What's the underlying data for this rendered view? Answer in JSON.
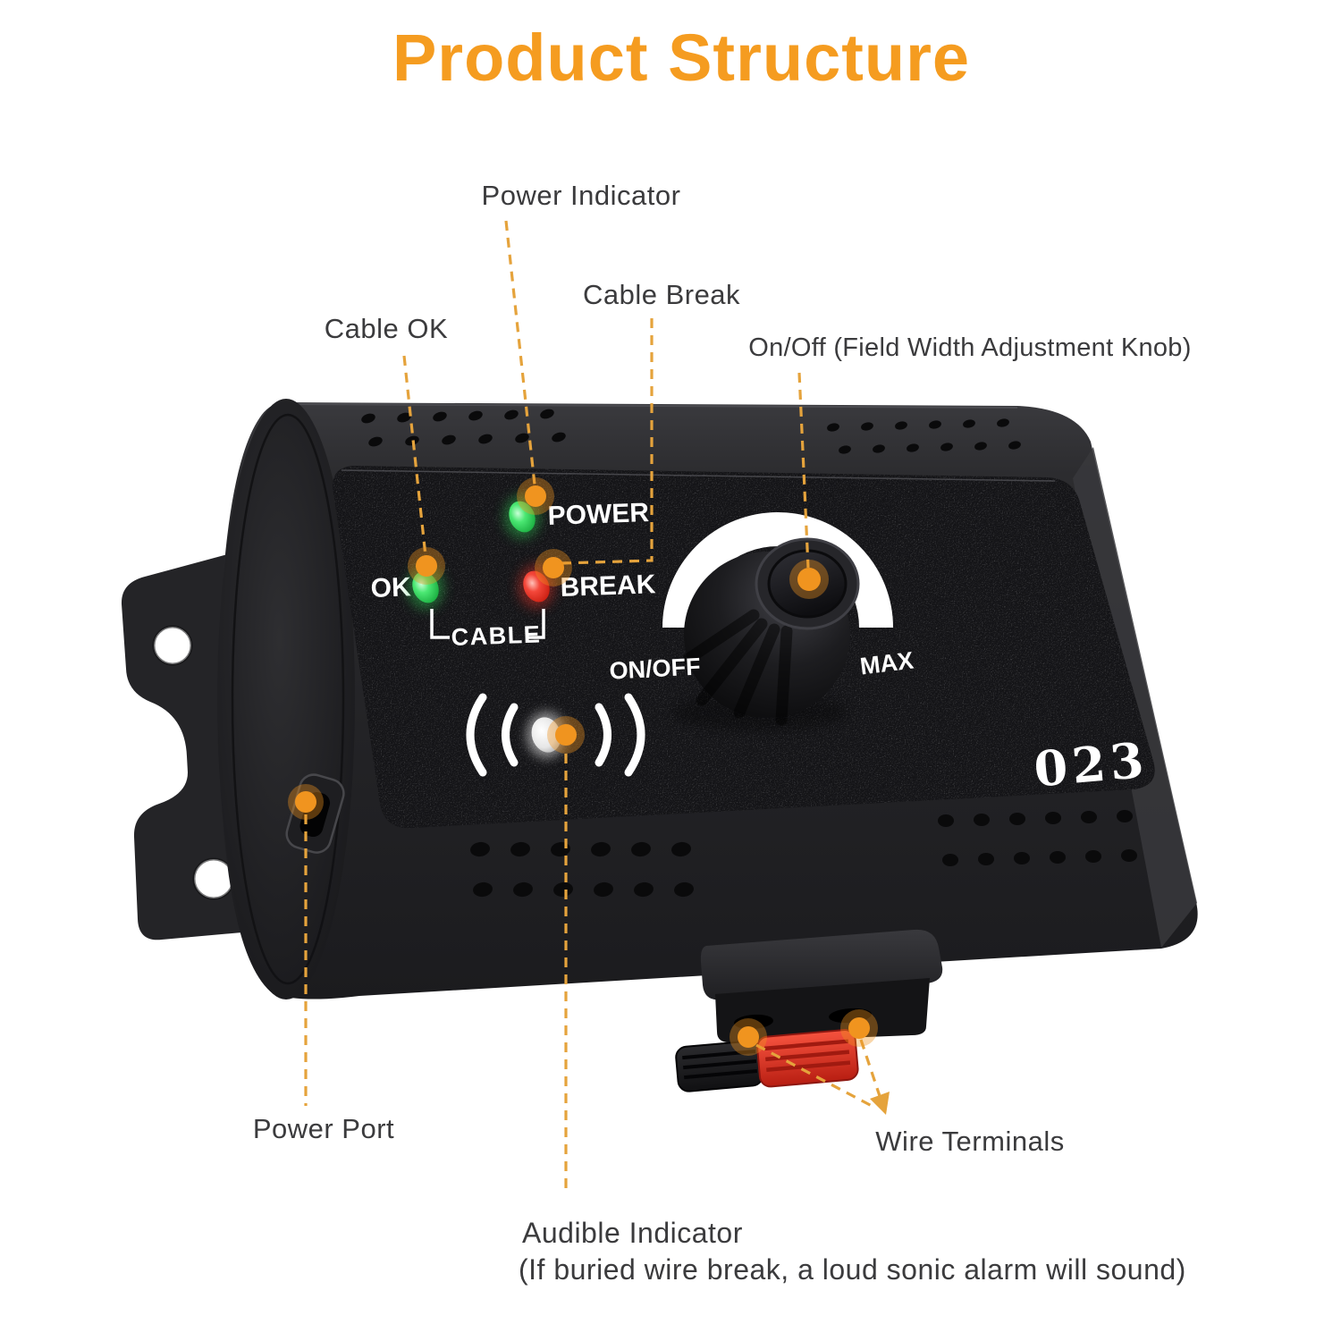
{
  "title": "Product Structure",
  "colors": {
    "title": "#F59C20",
    "label": "#3B3B3D",
    "leader": "#E5A33C",
    "dot": "#F0941F",
    "led_green": "#2FD254",
    "led_red": "#F03226",
    "led_white": "#EDEDED",
    "lever_red": "#E23A2A",
    "lever_black": "#1B1B1D",
    "body": "#232326"
  },
  "callouts": {
    "power_indicator": {
      "label": "Power Indicator"
    },
    "cable_break": {
      "label": "Cable Break"
    },
    "cable_ok": {
      "label": "Cable OK"
    },
    "adjustment_knob": {
      "label": "On/Off (Field Width Adjustment Knob)"
    },
    "power_port": {
      "label": "Power Port"
    },
    "wire_terminals": {
      "label": "Wire Terminals"
    },
    "audible_indicator": {
      "label": "Audible Indicator",
      "note": "(If buried wire break, a loud sonic alarm will sound)"
    }
  },
  "device": {
    "model_number": "023",
    "panel_labels": {
      "power": "POWER",
      "cable_ok": "OK",
      "cable_break": "BREAK",
      "cable": "CABLE",
      "on_off": "ON/OFF",
      "max": "MAX"
    }
  }
}
